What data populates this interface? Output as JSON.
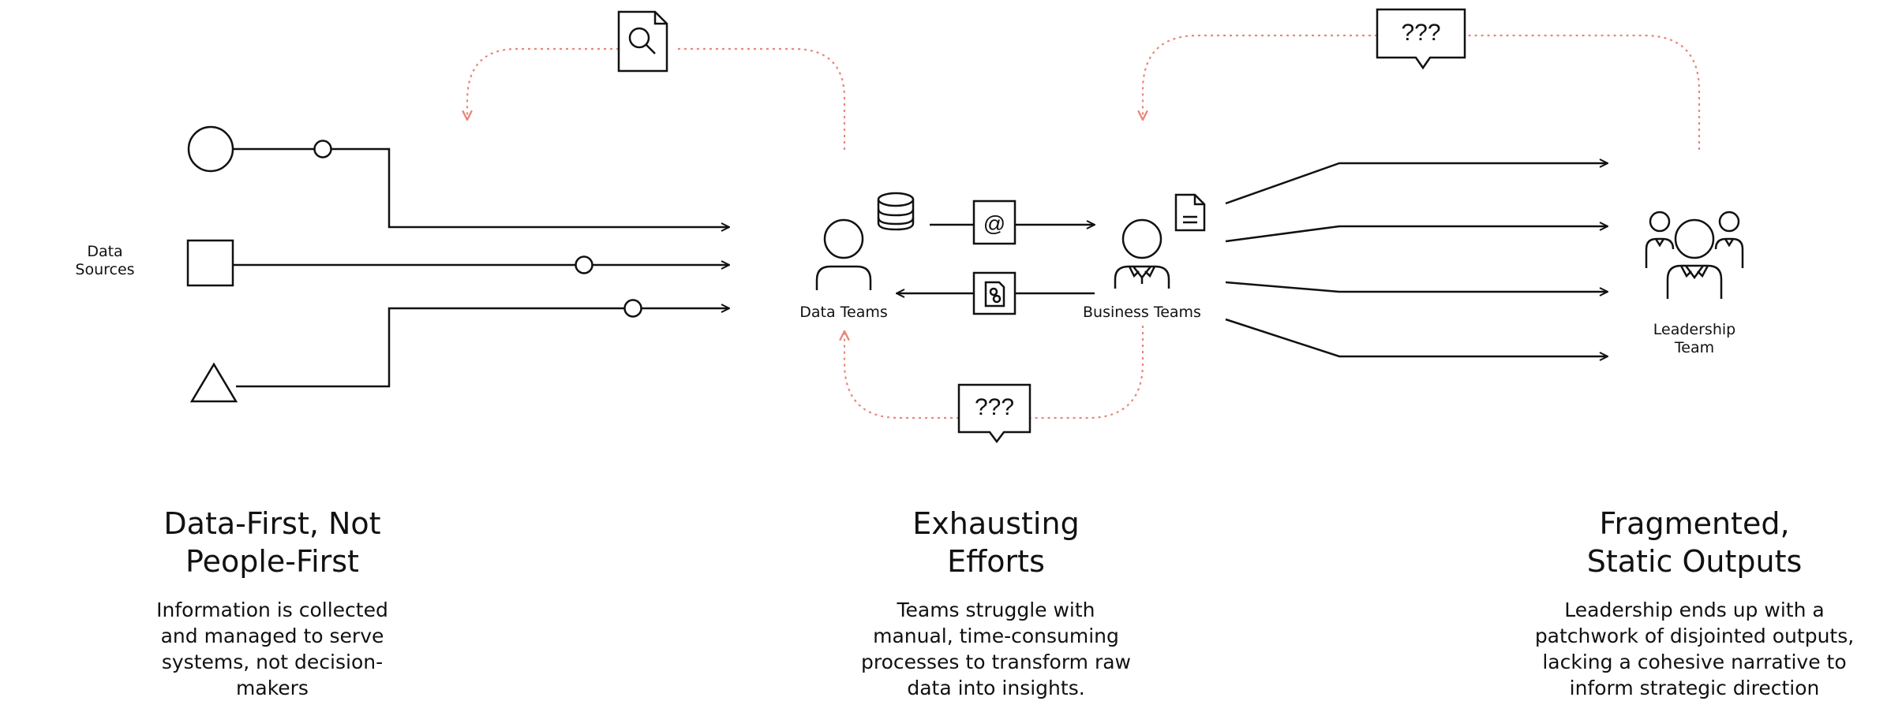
{
  "labels": {
    "data_sources": [
      "Data",
      "Sources"
    ],
    "data_teams": "Data Teams",
    "business_teams": "Business Teams",
    "leadership_team": [
      "Leadership",
      "Team"
    ]
  },
  "bubbles": {
    "top_right": "???",
    "bottom_center": "???"
  },
  "email_icon_symbol": "@",
  "columns": [
    {
      "heading": [
        "Data-First, Not",
        "People-First"
      ],
      "description": [
        "Information is collected",
        "and managed to serve",
        "systems, not decision-",
        "makers"
      ]
    },
    {
      "heading": [
        "Exhausting",
        "Efforts"
      ],
      "description": [
        "Teams struggle with",
        "manual, time-consuming",
        "processes to transform raw",
        "data into insights."
      ]
    },
    {
      "heading": [
        "Fragmented,",
        "Static Outputs"
      ],
      "description": [
        "Leadership ends up with a",
        "patchwork of disjointed outputs,",
        "lacking a cohesive narrative to",
        "inform strategic direction"
      ]
    }
  ],
  "colors": {
    "line": "#111111",
    "accent_dashed": "#e8877b",
    "background": "#ffffff"
  },
  "icons": [
    "circle-source-icon",
    "square-source-icon",
    "triangle-source-icon",
    "document-search-icon",
    "database-icon",
    "email-icon",
    "report-document-icon",
    "document-icon",
    "person-icon",
    "businessperson-icon",
    "leadership-group-icon",
    "speech-bubble-icon"
  ]
}
